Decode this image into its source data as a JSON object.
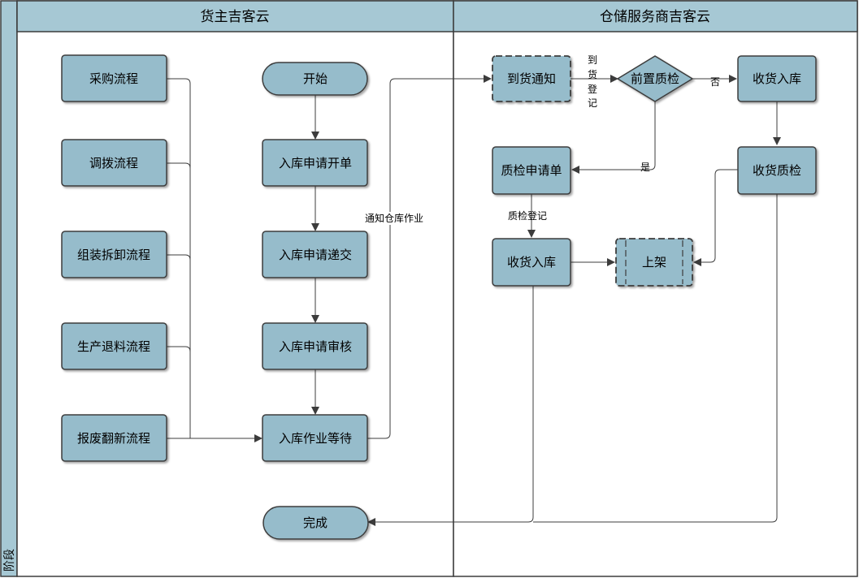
{
  "stage_label": "阶段",
  "colors": {
    "lane_header": "#a6c8d4",
    "node_fill": "#96bccb",
    "node_stroke": "#3c3c3c",
    "edge": "#3c3c3c",
    "border": "#3c3c3c",
    "sidebar": "#a6c8d4"
  },
  "lanes": {
    "left": {
      "title": "货主吉客云"
    },
    "right": {
      "title": "仓储服务商吉客云"
    }
  },
  "nodes": {
    "purchase": "采购流程",
    "transfer": "调拨流程",
    "assembly": "组装拆卸流程",
    "return": "生产退料流程",
    "scrap": "报废翻新流程",
    "start": "开始",
    "apply": "入库申请开单",
    "submit": "入库申请递交",
    "review": "入库申请审核",
    "wait": "入库作业等待",
    "done": "完成",
    "arrival": "到货通知",
    "precheck": "前置质检",
    "receive_right": "收货入库",
    "qc_apply": "质检申请单",
    "receive_qc": "收货质检",
    "receive_left": "收货入库",
    "shelve": "上架"
  },
  "edge_labels": {
    "notify": "通知仓库作业",
    "arrive_c1": "到",
    "arrive_c2": "货",
    "arrive_c3": "登",
    "arrive_c4": "记",
    "no": "否",
    "yes": "是",
    "qc_register": "质检登记"
  }
}
